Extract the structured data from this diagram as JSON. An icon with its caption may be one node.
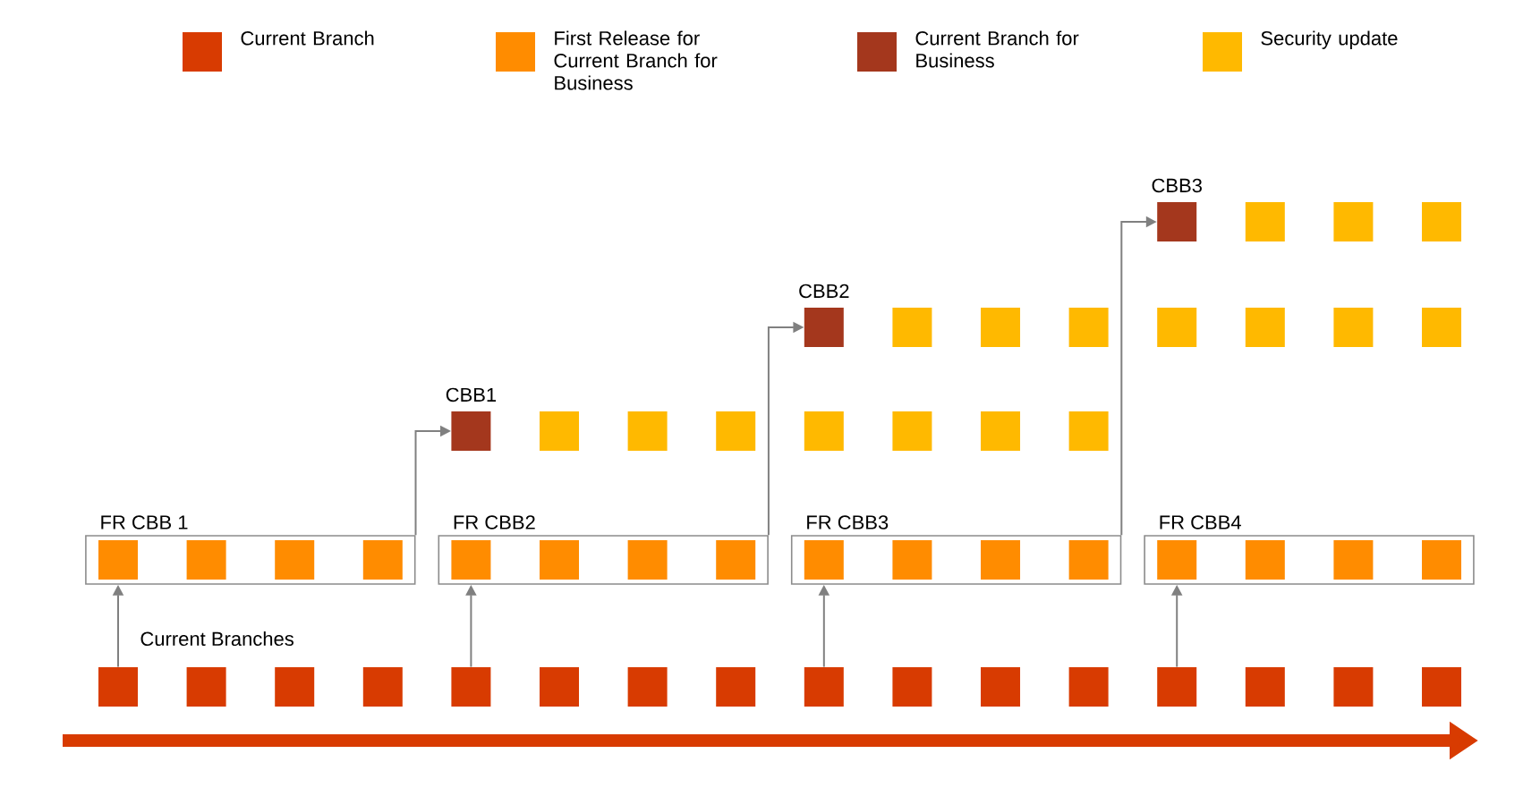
{
  "diagram": {
    "nodes": [
      {
        "text": [
          "CBB3"
        ]
      },
      {
        "text": [],
        "shape": "box"
      },
      {
        "text": [],
        "shape": "box"
      },
      {
        "text": [],
        "shape": "box"
      },
      {
        "text": [
          "CBB2"
        ]
      },
      {
        "text": [],
        "shape": "box"
      },
      {
        "text": [],
        "shape": "box"
      },
      {
        "text": [],
        "shape": "box"
      },
      {
        "text": [],
        "shape": "box"
      },
      {
        "text": [],
        "shape": "box"
      },
      {
        "text": [],
        "shape": "box"
      },
      {
        "text": [],
        "shape": "box"
      },
      {
        "text": [
          "CBB1"
        ]
      },
      {
        "text": [],
        "shape": "box"
      },
      {
        "text": [],
        "shape": "box"
      },
      {
        "text": [],
        "shape": "box"
      },
      {
        "text": [],
        "shape": "box"
      },
      {
        "text": [],
        "shape": "box"
      },
      {
        "text": [],
        "shape": "box"
      },
      {
        "text": [],
        "shape": "box"
      },
      {
        "text": [
          "FR CBB 1"
        ]
      },
      {
        "text": [],
        "shape": "box",
        "in": 20
      },
      {
        "text": [],
        "shape": "box",
        "in": 20
      },
      {
        "text": [],
        "shape": "box",
        "in": 20
      },
      {
        "text": [],
        "shape": "box",
        "in": 20
      },
      {
        "text": [
          "FR CBB2"
        ]
      },
      {
        "text": [],
        "shape": "box",
        "in": 25
      },
      {
        "text": [],
        "shape": "box",
        "in": 25
      },
      {
        "text": [],
        "shape": "box",
        "in": 25
      },
      {
        "text": [],
        "shape": "box",
        "in": 25
      },
      {
        "text": [
          "FR CBB3"
        ]
      },
      {
        "text": [],
        "shape": "box",
        "in": 30
      },
      {
        "text": [],
        "shape": "box",
        "in": 30
      },
      {
        "text": [],
        "shape": "box",
        "in": 30
      },
      {
        "text": [],
        "shape": "box",
        "in": 30
      },
      {
        "text": [
          "FR CBB4"
        ]
      },
      {
        "text": [],
        "shape": "box",
        "in": 35
      },
      {
        "text": [],
        "shape": "box",
        "in": 35
      },
      {
        "text": [],
        "shape": "box",
        "in": 35
      },
      {
        "text": [],
        "shape": "box",
        "in": 35
      },
      {
        "text": [],
        "shape": "box"
      },
      {
        "text": [],
        "shape": "box"
      },
      {
        "text": [],
        "shape": "box"
      },
      {
        "text": [],
        "shape": "box"
      },
      {
        "text": [],
        "shape": "box"
      },
      {
        "text": [],
        "shape": "box"
      },
      {
        "text": [],
        "shape": "box"
      },
      {
        "text": [],
        "shape": "box"
      },
      {
        "text": [],
        "shape": "box"
      },
      {
        "text": [],
        "shape": "box"
      },
      {
        "text": [],
        "shape": "box"
      },
      {
        "text": [],
        "shape": "box"
      },
      {
        "text": [],
        "shape": "box"
      },
      {
        "text": [],
        "shape": "box"
      },
      {
        "text": [],
        "shape": "box"
      },
      {
        "text": [],
        "shape": "box"
      }
    ],
    "edges": [
      {
        "from": 40,
        "to": 20,
        "arrow": "to"
      },
      {
        "from": 44,
        "to": 25,
        "arrow": "to"
      },
      {
        "from": 48,
        "to": 30,
        "arrow": "to"
      },
      {
        "from": 52,
        "to": 35,
        "arrow": "to"
      },
      {
        "from": 20,
        "to": 12,
        "arrow": "to"
      },
      {
        "from": 25,
        "to": 4,
        "arrow": "to"
      },
      {
        "from": 30,
        "to": 0,
        "arrow": "to"
      }
    ],
    "labels": [
      "Current Branches"
    ],
    "legend": [
      {
        "text": "Current Branch",
        "color": "#d83b01"
      },
      {
        "text": "First Release for Current Branch for Business",
        "color": "#ff8c00"
      },
      {
        "text": "Current Branch for Business",
        "color": "#a4371d"
      },
      {
        "text": "Security update",
        "color": "#ffb900"
      }
    ]
  }
}
